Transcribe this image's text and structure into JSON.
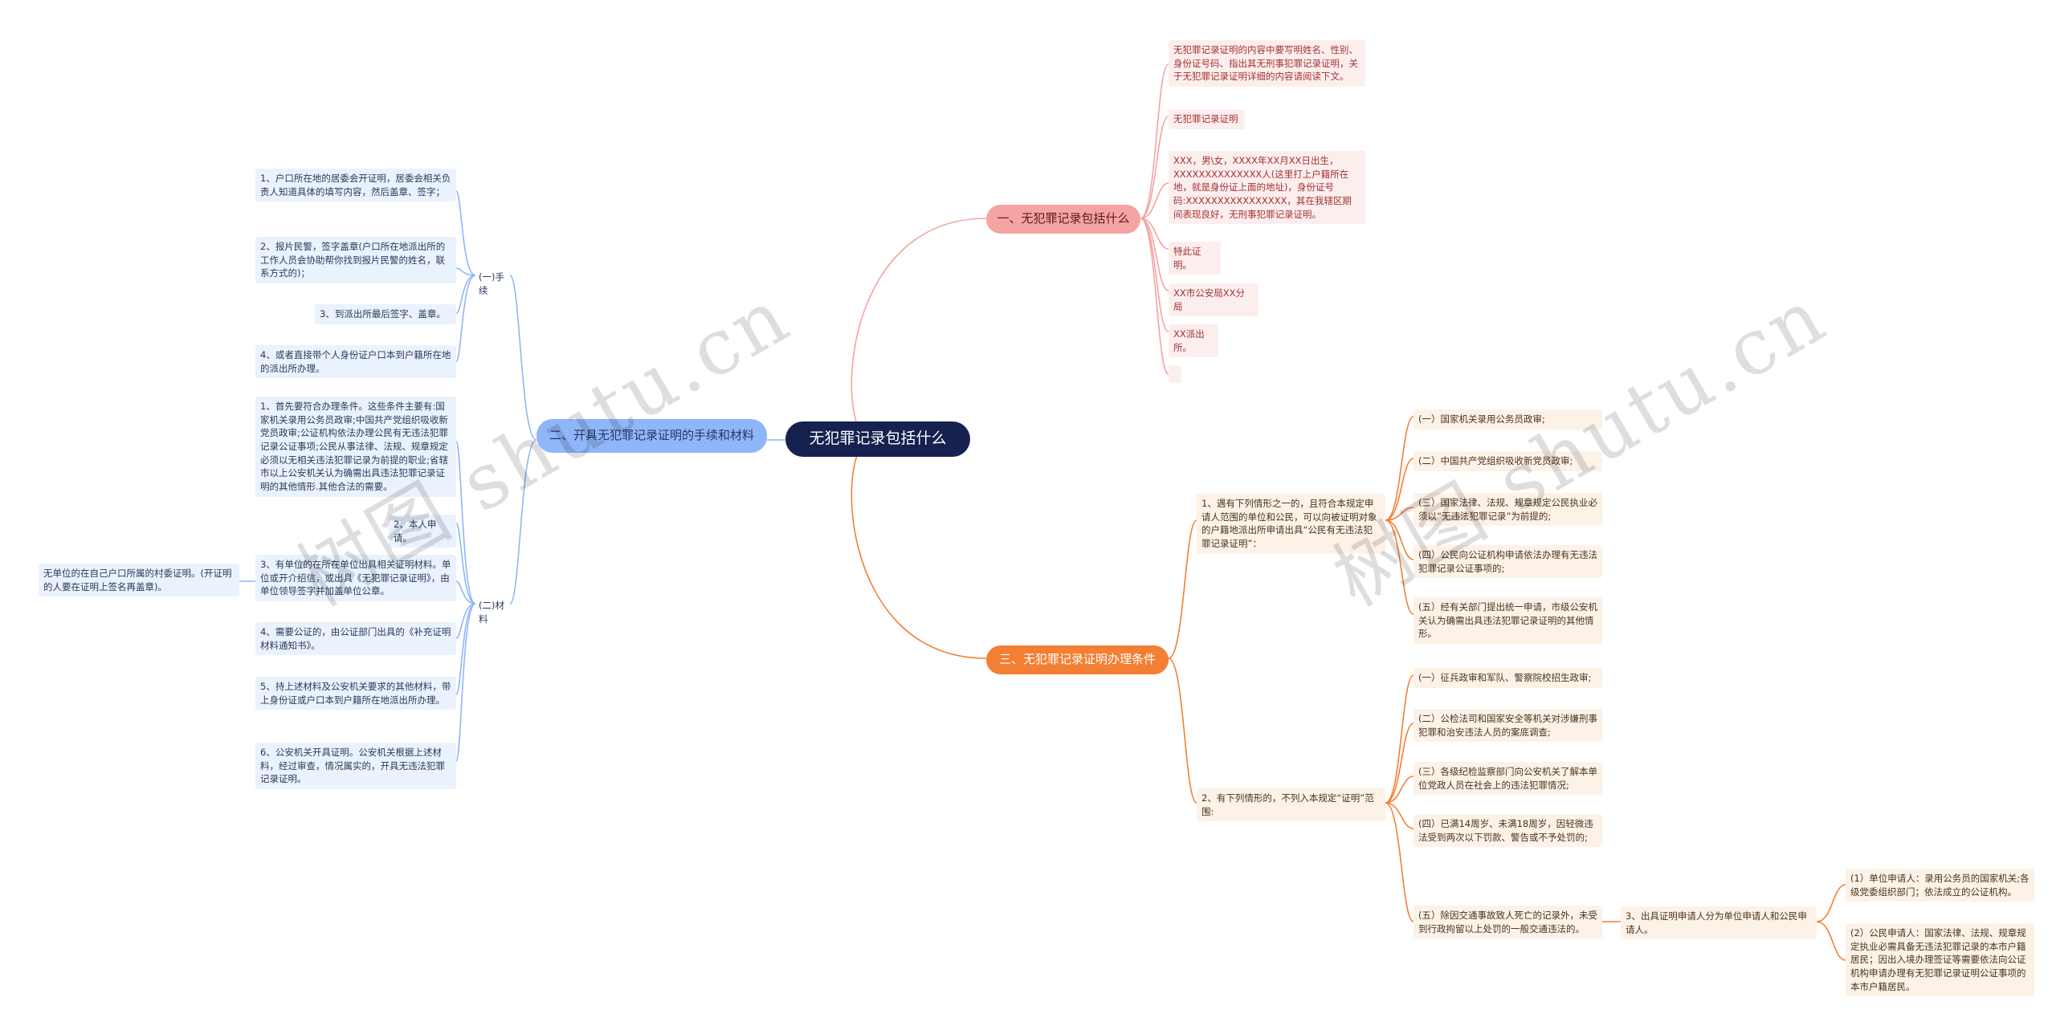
{
  "root": "无犯罪记录包括什么",
  "branch1": {
    "title": "一、无犯罪记录包括什么",
    "items": [
      "无犯罪记录证明的内容中要写明姓名、性别、身份证号码、指出其无刑事犯罪记录证明，关于无犯罪记录证明详细的内容请阅读下文。",
      "无犯罪记录证明",
      "XXX，男\\女，XXXX年XX月XX日出生，XXXXXXXXXXXXXX人(这里打上户籍所在地，就是身份证上面的地址)，身份证号码:XXXXXXXXXXXXXXXX，其在我辖区期间表现良好，无刑事犯罪记录证明。",
      "特此证明。",
      "XX市公安局XX分局",
      "XX派出所。",
      ""
    ]
  },
  "branch2": {
    "title": "二、开具无犯罪记录证明的手续和材料",
    "procedures_label": "(一)手续",
    "procedures": [
      "1、户口所在地的居委会开证明，居委会相关负责人知道具体的填写内容，然后盖章、签字；",
      "2、报片民警，签字盖章(户口所在地派出所的工作人员会协助帮你找到报片民警的姓名，联系方式的)；",
      "3、到派出所最后签字、盖章。",
      "4、或者直接带个人身份证户口本到户籍所在地的派出所办理。"
    ],
    "materials_label": "(二)材料",
    "materials": [
      "1、首先要符合办理条件。这些条件主要有:国家机关录用公务员政审;中国共产党组织吸收新党员政审;公证机构依法办理公民有无违法犯罪记录公证事项;公民从事法律、法规、规章规定必须以无相关违法犯罪记录为前提的职业;省辖市以上公安机关认为确需出具违法犯罪记录证明的其他情形.其他合法的需要。",
      "2、本人申请。",
      "3、有单位的在所在单位出具相关证明材料。单位或开介绍信，或出具《无犯罪记录证明》，由单位领导签字并加盖单位公章。",
      "4、需要公证的，由公证部门出具的《补充证明材料通知书》。",
      "5、持上述材料及公安机关要求的其他材料，带上身份证或户口本到户籍所在地派出所办理。",
      "6、公安机关开具证明。公安机关根据上述材料，经过审查，情况属实的，开具无违法犯罪记录证明。"
    ],
    "material3_note": "无单位的在自己户口所属的村委证明。(开证明的人要在证明上签名再盖章)。"
  },
  "branch3": {
    "title": "三、无犯罪记录证明办理条件",
    "cond1": "1、遇有下列情形之一的，且符合本规定申请人范围的单位和公民，可以向被证明对象的户籍地派出所申请出具“公民有无违法犯罪记录证明”：",
    "cond1_items": [
      "(一）国家机关录用公务员政审;",
      "(二）中国共产党组织吸收新党员政审;",
      "(三）国家法律、法规、规章规定公民执业必须以“无违法犯罪记录”为前提的;",
      "(四）公民向公证机构申请依法办理有无违法犯罪记录公证事项的;",
      "(五）经有关部门提出统一申请，市级公安机关认为确需出具违法犯罪记录证明的其他情形。"
    ],
    "cond2": "2、有下列情形的，不列入本规定“证明”范围:",
    "cond2_items": [
      "(一）征兵政审和军队、警察院校招生政审;",
      "(二）公检法司和国家安全等机关对涉嫌刑事犯罪和治安违法人员的案底调查;",
      "(三）各级纪检监察部门向公安机关了解本单位党政人员在社会上的违法犯罪情况;",
      "(四）已满14周岁、未满18周岁，因轻微违法受到两次以下罚款、警告或不予处罚的;",
      "(五）除因交通事故致人死亡的记录外，未受到行政拘留以上处罚的一般交通违法的。"
    ],
    "cond3": "3、出具证明申请人分为单位申请人和公民申请人。",
    "cond3_items": [
      "(1）单位申请人：录用公务员的国家机关;各级党委组织部门；依法成立的公证机构。",
      "(2）公民申请人：国家法律、法规、规章规定执业必需具备无违法犯罪记录的本市户籍居民；因出入境办理签证等需要依法向公证机构申请办理有无犯罪记录证明公证事项的本市户籍居民。"
    ]
  },
  "watermarks": [
    "树图 shutu.cn",
    "树图 shutu.cn"
  ],
  "colors": {
    "red": "#f5a3a3",
    "orange": "#f27f34",
    "blue": "#8fb6f8",
    "root": "#16214f"
  }
}
